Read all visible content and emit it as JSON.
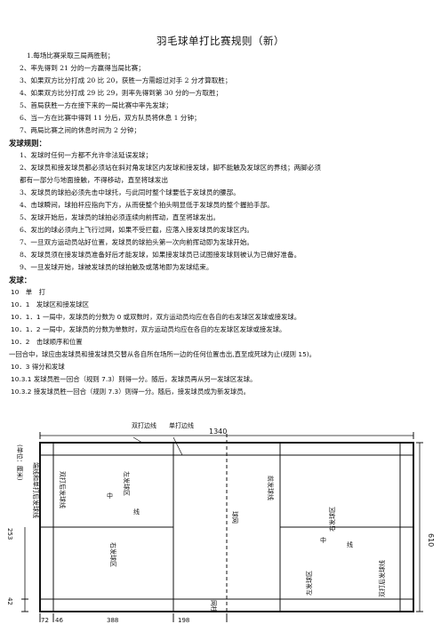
{
  "title": "羽毛球单打比赛规则（新）",
  "rules": [
    "1.每场比赛采取三局两胜制；",
    "2、率先得到 21 分的一方赢得当局比赛；",
    "3、如果双方比分打成 20 比 20，获胜一方需超过对手 2 分才算取胜；",
    "4、如果双方比分打成 29 比 29，则率先得到第 30 分的一方取胜；",
    "5、首局获胜一方在接下来的一局比赛中率先发球；",
    "6、当一方在比赛中得到 11 分后，双方队员将休息 1 分钟；",
    "7、两局比赛之间的休息时间为 2 分钟；"
  ],
  "serve_heading": "发球规则：",
  "serve_rules": [
    "1、发球时任何一方都不允许非法延误发球；",
    "2、发球员和接发球员都必须站在斜对角发球区内发球和接发球，脚不能触及发球区的界线；两脚必须",
    "都有一部分与地面接触，不得移动，直至将球发出",
    "3、发球员的球拍必须先击中球托，与此同时整个球要低于发球员的腰部。",
    "4、击球瞬间，球拍杆应指向下方，从而使整个拍头明显低于发球员的整个握拍手部。",
    "5、发球开始后，发球员的球拍必须连续向前挥动，直至将球发出。",
    "6、发出的球必须向上飞行过网，如果不受拦截，应落入接发球员的发球区内。",
    "7、一旦双方运动员站好位置，发球员的球拍头第一次向前挥动即为发球开始。",
    "8、发球员须在接发球员准备好后才能发球，如果接发球员已试图接发球则被认为已做好准备。",
    "9、一旦发球开始，球被发球员的球拍触及或落地即为发球结束。"
  ],
  "serve_heading2": "发球：",
  "serve_section": [
    "10　单　打",
    "10．1　发球区和接发球区",
    "10．1．1 一局中，发球员的分数为 0 或双数时，双方运动员均应在各自的右发球区发球或接发球。",
    "10．1．2 一局中，发球员的分数为单数时，双方运动员均应在各自的左发球区发球或接发球。",
    "10．2　击球顺序和位置",
    "一回合中，球应由发球员和接发球员交替从各自所在场所一边的任何位置击出,直至成死球为止(规则 15)。",
    "10．3 得分和发球",
    "10.3.1 发球员胜一回合（规则 7.3）则得一分。随后，发球员再从另一发球区发球。",
    "10.3.2 接发球员胜一回合（规则 7.3）则得一分。随后，接发球员成为新发球员。"
  ],
  "court": {
    "unit_label": "(单位：厘米)",
    "top_lines": [
      "双打边线",
      "单打边线"
    ],
    "length": "1340",
    "width": "610",
    "left_label": "端线和单打后发球线",
    "left_zones": [
      "双打后发球线",
      "左发球区",
      "中",
      "线",
      "右发球区"
    ],
    "net_label": "球网",
    "post_label": "网柱",
    "right_zones": [
      "前发球线",
      "中",
      "线",
      "右发球区",
      "左发球区",
      "双打后发球线"
    ],
    "bottom_dims": [
      "72",
      "46",
      "388",
      "198"
    ],
    "left_dims": [
      "253",
      "42"
    ]
  }
}
